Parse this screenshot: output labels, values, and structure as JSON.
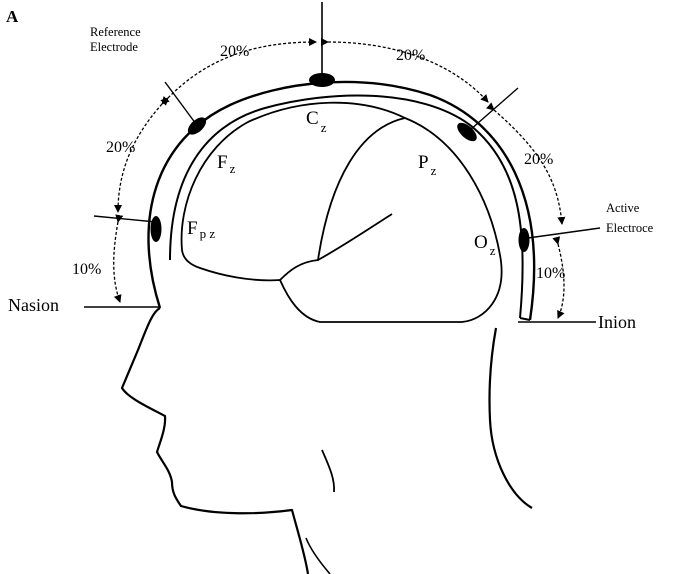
{
  "panel_letter": "A",
  "annotations": {
    "reference_line1": "Reference",
    "reference_line2": "Electrode",
    "active_line1": "Active",
    "active_line2": "Electroce",
    "nasion": "Nasion",
    "inion": "Inion"
  },
  "percentages": {
    "top_left": "20%",
    "top_right": "20%",
    "left_upper": "20%",
    "right_upper": "20%",
    "left_lower": "10%",
    "right_lower": "10%"
  },
  "electrodes": {
    "cz_main": "C",
    "cz_sub": "z",
    "fz_main": "F",
    "fz_sub": "z",
    "pz_main": "P",
    "pz_sub": "z",
    "fpz_main": "F",
    "fpz_sub": "p z",
    "oz_main": "O",
    "oz_sub": "z"
  }
}
